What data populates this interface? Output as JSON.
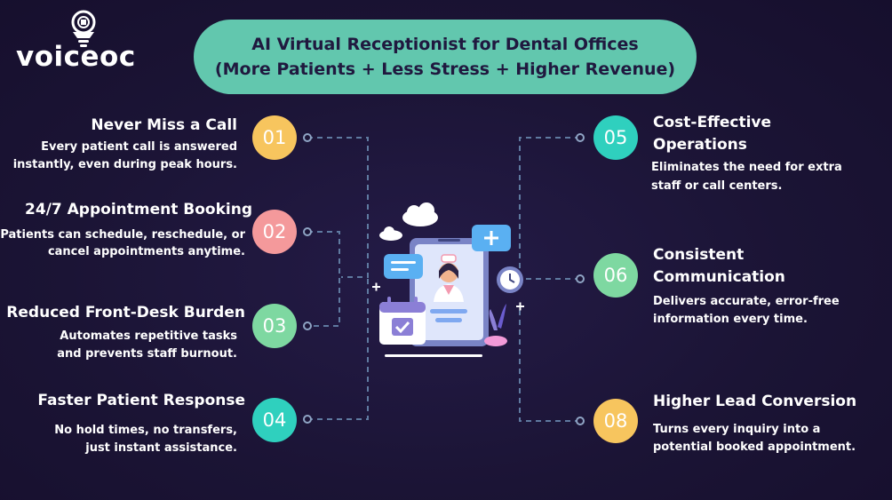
{
  "brand": {
    "name": "voiceoc"
  },
  "title": {
    "line1": "AI Virtual Receptionist for Dental Offices",
    "line2": "(More Patients + Less Stress + Higher Revenue)"
  },
  "colors": {
    "background": "#1c1538",
    "title_pill": "#62c7ae",
    "badge_yellow": "#f7c55e",
    "badge_pink": "#f4999b",
    "badge_green": "#7ed8a1",
    "badge_teal": "#2fd0be"
  },
  "features_left": [
    {
      "number": "01",
      "title": "Never Miss a Call",
      "desc1": "Every patient call is answered",
      "desc2": "instantly, even during peak hours."
    },
    {
      "number": "02",
      "title": "24/7 Appointment Booking",
      "desc1": "Patients can schedule, reschedule, or",
      "desc2": "cancel appointments anytime."
    },
    {
      "number": "03",
      "title": "Reduced Front-Desk Burden",
      "desc1": "Automates repetitive tasks",
      "desc2": "and prevents staff burnout."
    },
    {
      "number": "04",
      "title": "Faster Patient Response",
      "desc1": "No hold times, no transfers,",
      "desc2": "just instant assistance."
    }
  ],
  "features_right": [
    {
      "number": "05",
      "title1": "Cost-Effective",
      "title2": "Operations",
      "desc1": "Eliminates the need for extra",
      "desc2": "staff or call centers."
    },
    {
      "number": "06",
      "title1": "Consistent",
      "title2": "Communication",
      "desc1": "Delivers accurate, error-free",
      "desc2": "information every time."
    },
    {
      "number": "08",
      "title1": "Higher Lead Conversion",
      "desc1": "Turns every inquiry into a",
      "desc2": "potential booked appointment."
    }
  ],
  "icons": {
    "logo": "tooth-bulb-logo-icon",
    "illustration": "virtual-receptionist-tablet-illustration"
  }
}
